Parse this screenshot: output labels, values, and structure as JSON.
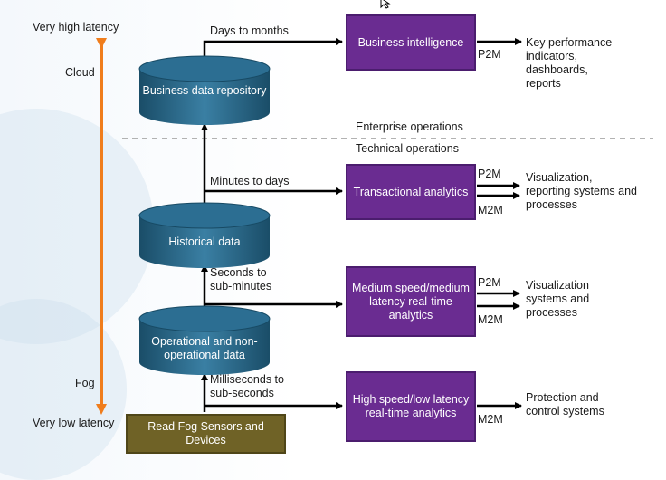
{
  "latency_axis": {
    "top_label": "Very high latency",
    "cloud_label": "Cloud",
    "fog_label": "Fog",
    "bottom_label": "Very low latency"
  },
  "repositories": {
    "business": "Business data repository",
    "historical": "Historical data",
    "operational": "Operational and non-operational data"
  },
  "sensors": "Read Fog Sensors and Devices",
  "time_labels": {
    "days_to_months": "Days to months",
    "minutes_to_days": "Minutes to days",
    "seconds_to_subminutes": "Seconds to sub-minutes",
    "milliseconds_to_subseconds": "Milliseconds to sub-seconds"
  },
  "divider": {
    "enterprise": "Enterprise operations",
    "technical": "Technical operations"
  },
  "analytics": {
    "business_intelligence": "Business intelligence",
    "transactional": "Transactional analytics",
    "medium": "Medium speed/medium latency real-time analytics",
    "high": "High speed/low latency real-time analytics"
  },
  "channels": {
    "p2m": "P2M",
    "m2m": "M2M"
  },
  "outputs": {
    "kpi": "Key performance indicators, dashboards, reports",
    "visualization_reporting": "Visualization, reporting systems and processes",
    "visualization_systems": "Visualization systems and processes",
    "protection": "Protection and control systems"
  },
  "colors": {
    "analytics_box": "#6a2c91",
    "sensor_box": "#6f6226",
    "repository": "#1f5a7a",
    "latency_arrow": "#f07d1c"
  }
}
